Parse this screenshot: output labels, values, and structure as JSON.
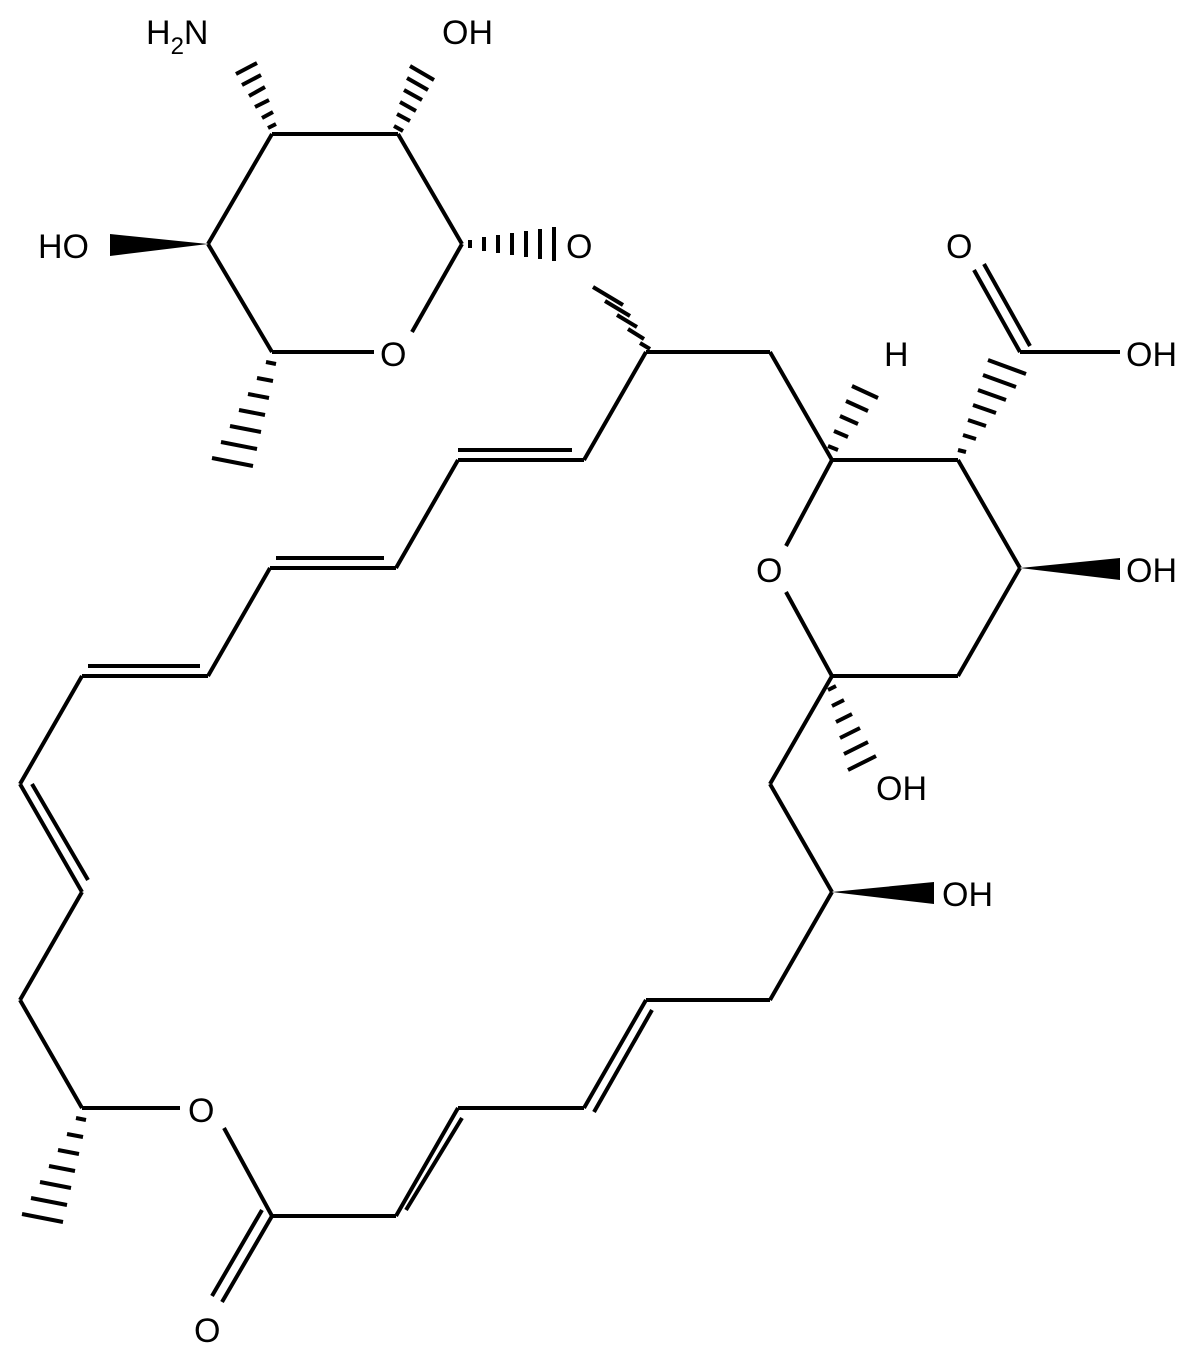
{
  "labels": {
    "nh2": "H2N",
    "oh_top": "OH",
    "oh_sugar_left": "HO",
    "o_sugar_ring": "O",
    "o_glycosidic": "O",
    "h_stereo": "H",
    "o_carbonyl_acid": "O",
    "oh_acid": "OH",
    "o_pyran_ring": "O",
    "oh_pyran": "OH",
    "oh_hemiketal": "OH",
    "oh_chain": "OH",
    "o_lactone_ring": "O",
    "o_lactone_carbonyl": "O"
  },
  "colors": {
    "ink": "#000000",
    "background": "#ffffff"
  }
}
